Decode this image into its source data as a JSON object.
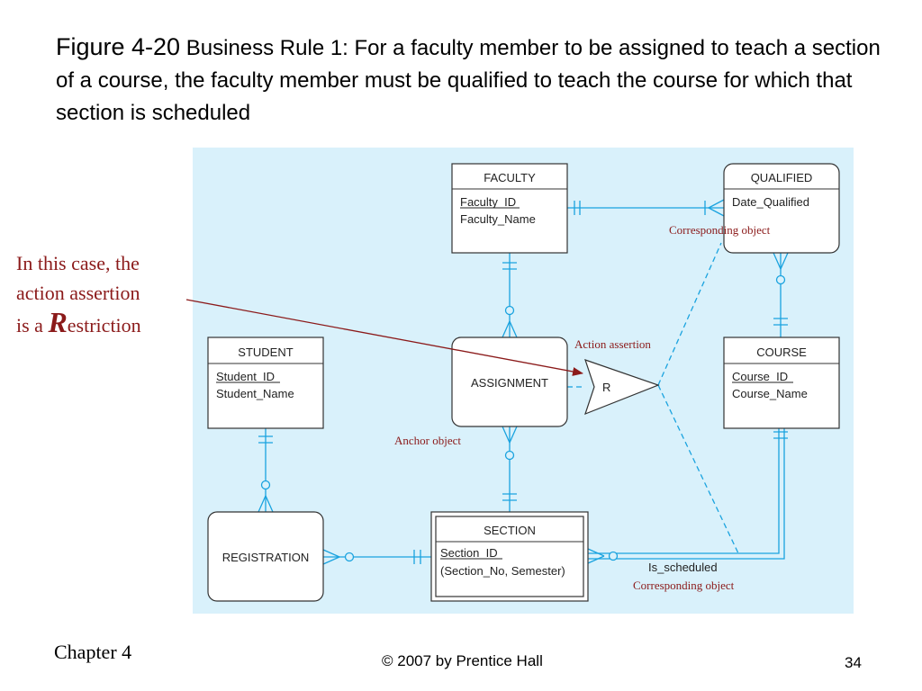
{
  "title": {
    "figure": "Figure 4-20",
    "text": "Business Rule 1: For a faculty member to be assigned to teach a section of a course, the faculty member must be qualified to teach the course for which that section is scheduled"
  },
  "side_note": {
    "line1": "In this case, the",
    "line2": "action assertion",
    "line3_prefix": "is a ",
    "big_letter": "R",
    "line3_suffix": "estriction"
  },
  "entities": {
    "faculty": {
      "name": "FACULTY",
      "key": "Faculty_ID",
      "attr": "Faculty_Name"
    },
    "qualified": {
      "name": "QUALIFIED",
      "attr": "Date_Qualified"
    },
    "student": {
      "name": "STUDENT",
      "key": "Student_ID",
      "attr": "Student_Name"
    },
    "assignment": {
      "name": "ASSIGNMENT"
    },
    "course": {
      "name": "COURSE",
      "key": "Course_ID",
      "attr": "Course_Name"
    },
    "registration": {
      "name": "REGISTRATION"
    },
    "section": {
      "name": "SECTION",
      "key": "Section_ID",
      "attr": "(Section_No, Semester)"
    }
  },
  "constraint_symbol": "R",
  "relationship_label": "Is_scheduled",
  "annotations": {
    "corresponding_top": "Corresponding object",
    "action_assertion": "Action assertion",
    "anchor_object": "Anchor object",
    "corresponding_bottom": "Corresponding object"
  },
  "colors": {
    "panel_bg": "#d9f1fb",
    "line": "#1aa3df",
    "annotation": "#8b1a1a"
  },
  "footer": {
    "chapter": "Chapter 4",
    "copyright": "© 2007 by Prentice Hall",
    "page": "34"
  }
}
